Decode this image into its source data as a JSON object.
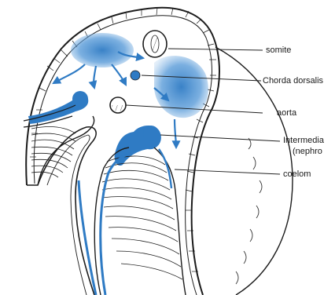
{
  "labels": {
    "somite": "somite",
    "chorda": "Chorda dorsalis",
    "aorta": "aorta",
    "intermediate_line1": "Intermedia",
    "intermediate_line2": "(nephro",
    "coelom": "coelom"
  },
  "colors": {
    "tissue_blue": "#2f7bc4",
    "line": "#1c1c1c",
    "background": "#ffffff"
  }
}
